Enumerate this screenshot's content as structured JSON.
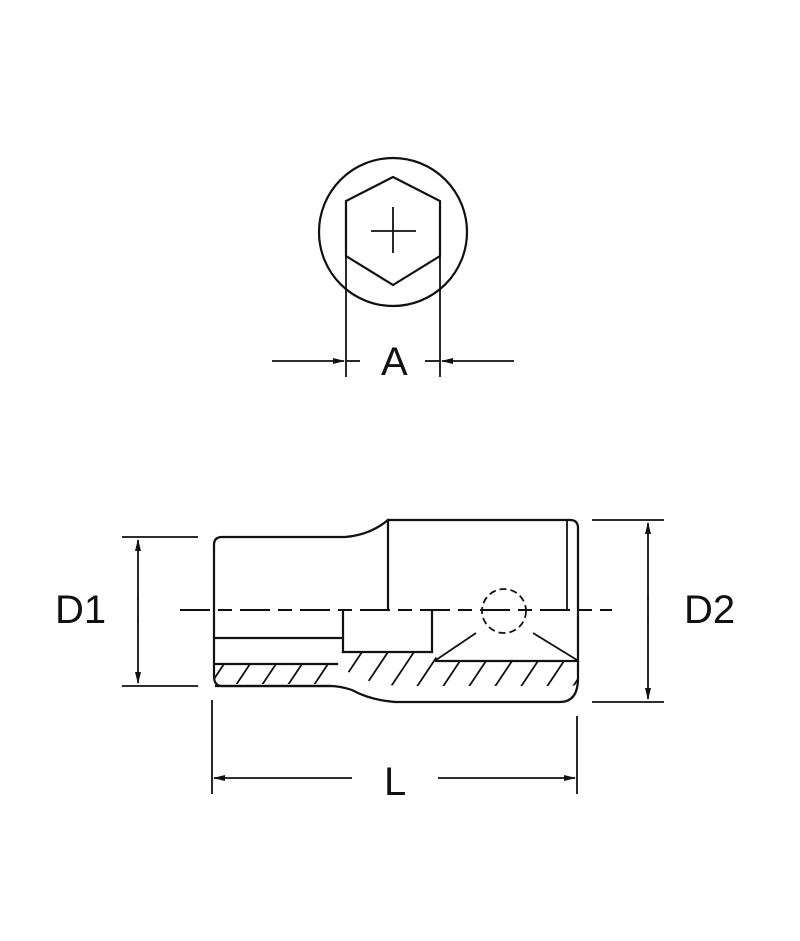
{
  "drawing": {
    "subject": "socket wrench technical drawing",
    "views": [
      "top-view",
      "side-section-view"
    ],
    "line_color": "#111111",
    "background": "#ffffff"
  },
  "dimensions": {
    "a": "A",
    "d1": "D1",
    "d2": "D2",
    "l": "L"
  }
}
